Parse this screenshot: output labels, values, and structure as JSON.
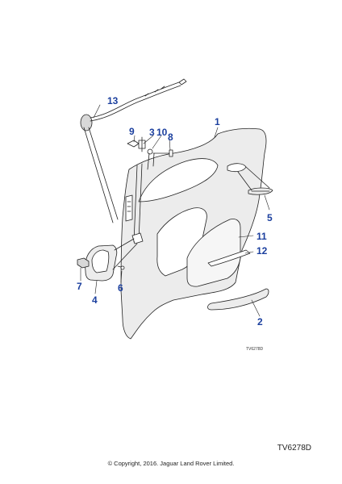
{
  "diagram": {
    "callouts": {
      "c1": "1",
      "c2": "2",
      "c3": "3",
      "c4": "4",
      "c5": "5",
      "c6": "6",
      "c7": "7",
      "c8": "8",
      "c9": "9",
      "c10": "10",
      "c11": "11",
      "c12": "12",
      "c13": "13"
    },
    "inner_ref": "TV6278D"
  },
  "footer": {
    "figure_code": "TV6278D",
    "copyright": "© Copyright, 2016. Jaguar Land Rover Limited."
  },
  "colors": {
    "callout": "#1b3f9e",
    "line": "#222222",
    "trim_fill": "#ececec"
  }
}
